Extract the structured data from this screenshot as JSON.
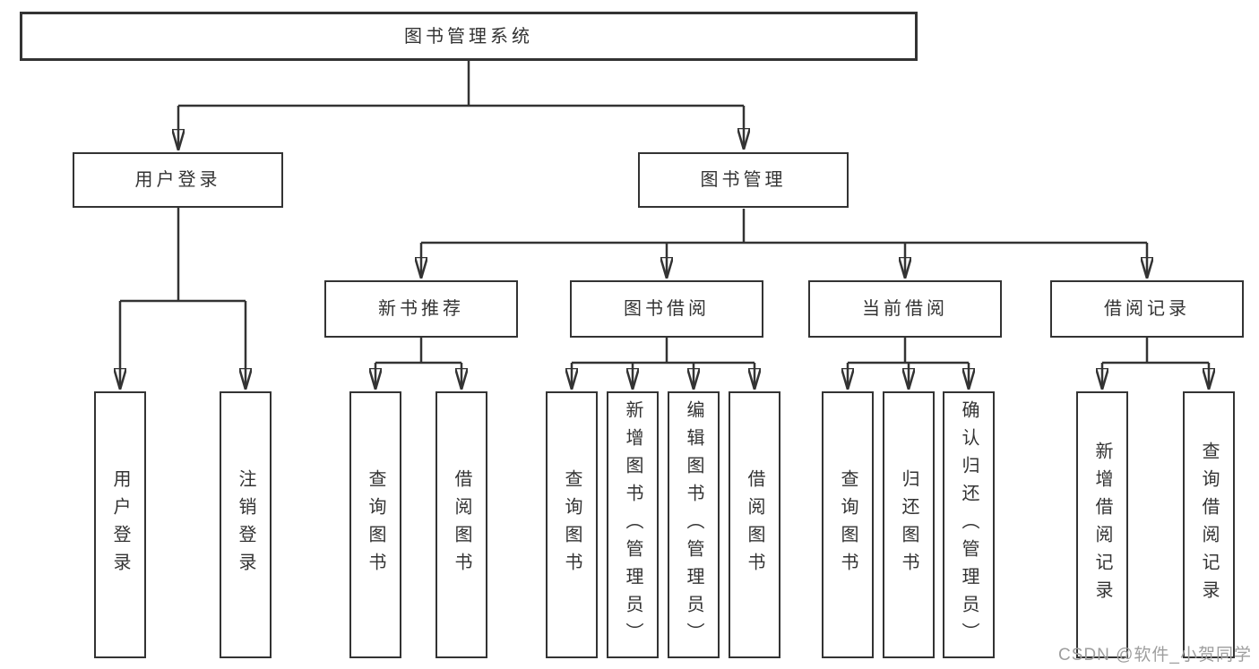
{
  "diagram": {
    "tree": {
      "root": {
        "label": "图书管理系统"
      },
      "branches": [
        {
          "label": "用户登录",
          "children": [
            {
              "label": "用户登录"
            },
            {
              "label": "注销登录"
            }
          ]
        },
        {
          "label": "图书管理",
          "children": [
            {
              "label": "新书推荐",
              "children": [
                {
                  "label": "查询图书"
                },
                {
                  "label": "借阅图书"
                }
              ]
            },
            {
              "label": "图书借阅",
              "children": [
                {
                  "label": "查询图书"
                },
                {
                  "label": "新增图书（管理员）"
                },
                {
                  "label": "编辑图书（管理员）"
                },
                {
                  "label": "借阅图书"
                }
              ]
            },
            {
              "label": "当前借阅",
              "children": [
                {
                  "label": "查询图书"
                },
                {
                  "label": "归还图书"
                },
                {
                  "label": "确认归还（管理员）"
                }
              ]
            },
            {
              "label": "借阅记录",
              "children": [
                {
                  "label": "新增借阅记录"
                },
                {
                  "label": "查询借阅记录"
                }
              ]
            }
          ]
        }
      ]
    },
    "colors": {
      "line": "#333333",
      "box_border": "#333333",
      "text": "#333333",
      "background": "#ffffff",
      "watermark": "#9e9e9e"
    }
  },
  "watermark": {
    "text": "CSDN @软件_小贺同学"
  }
}
